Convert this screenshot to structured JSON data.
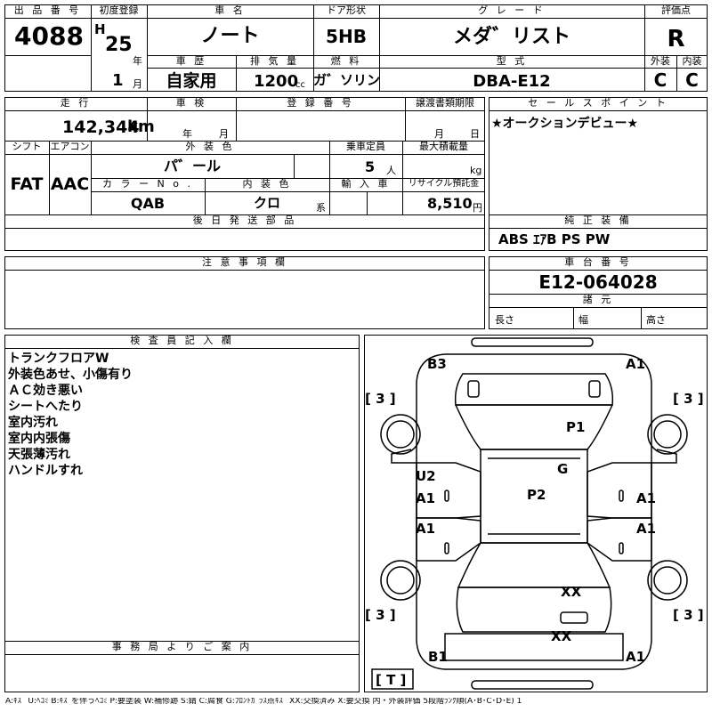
{
  "header": {
    "lot_no_label": "出 品 番 号",
    "lot_no": "4088",
    "first_reg_label": "初度登録",
    "era_prefix": "H",
    "year": "25",
    "year_unit": "年",
    "month": "1",
    "month_unit": "月",
    "car_name_label": "車 名",
    "car_name": "ノート",
    "door_label": "ドア形状",
    "door": "5HB",
    "grade_label": "グ レ ー ド",
    "grade": "メダ゛リスト",
    "score_label": "評価点",
    "score": "R",
    "history_label": "車 歴",
    "history": "自家用",
    "displacement_label": "排 気 量",
    "displacement": "1200",
    "displacement_unit": "cc",
    "fuel_label": "燃 料",
    "fuel": "ガ゛ソリン",
    "model_label": "型 式",
    "model": "DBA-E12",
    "exterior_label": "外装",
    "exterior": "C",
    "interior_label": "内装",
    "interior": "C"
  },
  "row2": {
    "mileage_label": "走 行",
    "mileage": "142,344",
    "mileage_unit": "km",
    "shaken_label": "車 検",
    "shaken_year_unit": "年",
    "shaken_month_unit": "月",
    "reg_no_label": "登 録 番 号",
    "transfer_label": "譲渡書類期限",
    "transfer_month_unit": "月",
    "transfer_day_unit": "日",
    "sales_label": "セ ー ル ス ポ イ ン ト",
    "sales_point": "★オークションデビュー★"
  },
  "row3": {
    "shift_label": "シフト",
    "shift": "FAT",
    "ac_label": "エアコン",
    "ac": "AAC",
    "color_label": "外 装 色",
    "color": "パ゛ール",
    "capacity_label": "乗車定員",
    "capacity": "5",
    "capacity_unit": "人",
    "load_label": "最大積載量",
    "load_unit": "kg",
    "color_no_label": "カ ラ ー N o .",
    "color_no": "QAB",
    "int_color_label": "内 装 色",
    "int_color": "クロ",
    "int_color_unit": "系",
    "import_label": "輸 入 車",
    "recycle_label": "リサイクル預託金",
    "recycle": "8,510",
    "recycle_unit": "円"
  },
  "later_parts_label": "後 日 発 送 部 品",
  "equipment_label": "純 正 装 備",
  "equipment": "ABS ｴｱB PS PW",
  "notes_label": "注 意 事 項 欄",
  "chassis_label": "車 台 番 号",
  "chassis_no": "E12-064028",
  "specs_label": "諸 元",
  "length_label": "長さ",
  "width_label": "幅",
  "height_label": "高さ",
  "inspector_label": "検 査 員 記 入 欄",
  "inspector_notes": [
    "トランクフロアW",
    "外装色あせ、小傷有り",
    "ＡＣ効き悪い",
    "シートへたり",
    "室内汚れ",
    "室内内張傷",
    "天張薄汚れ",
    "ハンドルすれ"
  ],
  "office_label": "事 務 局 よ り ご 案 内",
  "diagram_marks": {
    "b3": "B3",
    "a1_fr": "A1",
    "p1": "P1",
    "g": "G",
    "u2": "U2",
    "a1_ld": "A1",
    "a1_rd": "A1",
    "p2": "P2",
    "a1_lr": "A1",
    "a1_rr": "A1",
    "xx_top": "XX",
    "xx_bottom": "XX",
    "b1": "B1",
    "a1_rear": "A1"
  },
  "tires": {
    "fl": "[ 3 ]",
    "fr": "[ 3 ]",
    "rl": "[ 3 ]",
    "rr": "[ 3 ]",
    "spare": "[ T ]"
  },
  "legend": "A:ｷｽﾞ U:ﾍｺﾐ B:ｷｽﾞを伴うﾍｺﾐ P:要塗装 W:補修跡 S:錆 C:腐食 G:ﾌﾛﾝﾄｶﾞﾗｽ点ｷｽﾞ XX:交換済み X:要交換 内・外装評価 5段階ﾗﾝｸ順(A･B･C･D･E) 1"
}
